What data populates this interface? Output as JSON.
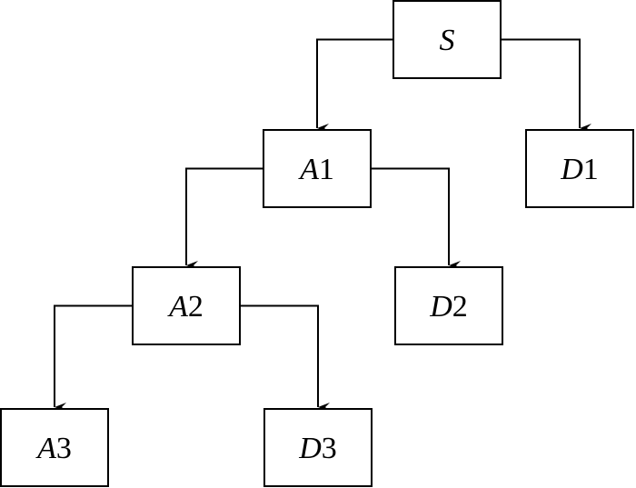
{
  "diagram": {
    "nodes": [
      {
        "id": "S",
        "letter": "S",
        "index": ""
      },
      {
        "id": "A1",
        "letter": "A",
        "index": "1"
      },
      {
        "id": "D1",
        "letter": "D",
        "index": "1"
      },
      {
        "id": "A2",
        "letter": "A",
        "index": "2"
      },
      {
        "id": "D2",
        "letter": "D",
        "index": "2"
      },
      {
        "id": "A3",
        "letter": "A",
        "index": "3"
      },
      {
        "id": "D3",
        "letter": "D",
        "index": "3"
      }
    ],
    "edges": [
      {
        "from": "S",
        "to": "A1",
        "side": "left"
      },
      {
        "from": "S",
        "to": "D1",
        "side": "right"
      },
      {
        "from": "A1",
        "to": "A2",
        "side": "left"
      },
      {
        "from": "A1",
        "to": "D2",
        "side": "right"
      },
      {
        "from": "A2",
        "to": "A3",
        "side": "left"
      },
      {
        "from": "A2",
        "to": "D3",
        "side": "right"
      }
    ]
  }
}
